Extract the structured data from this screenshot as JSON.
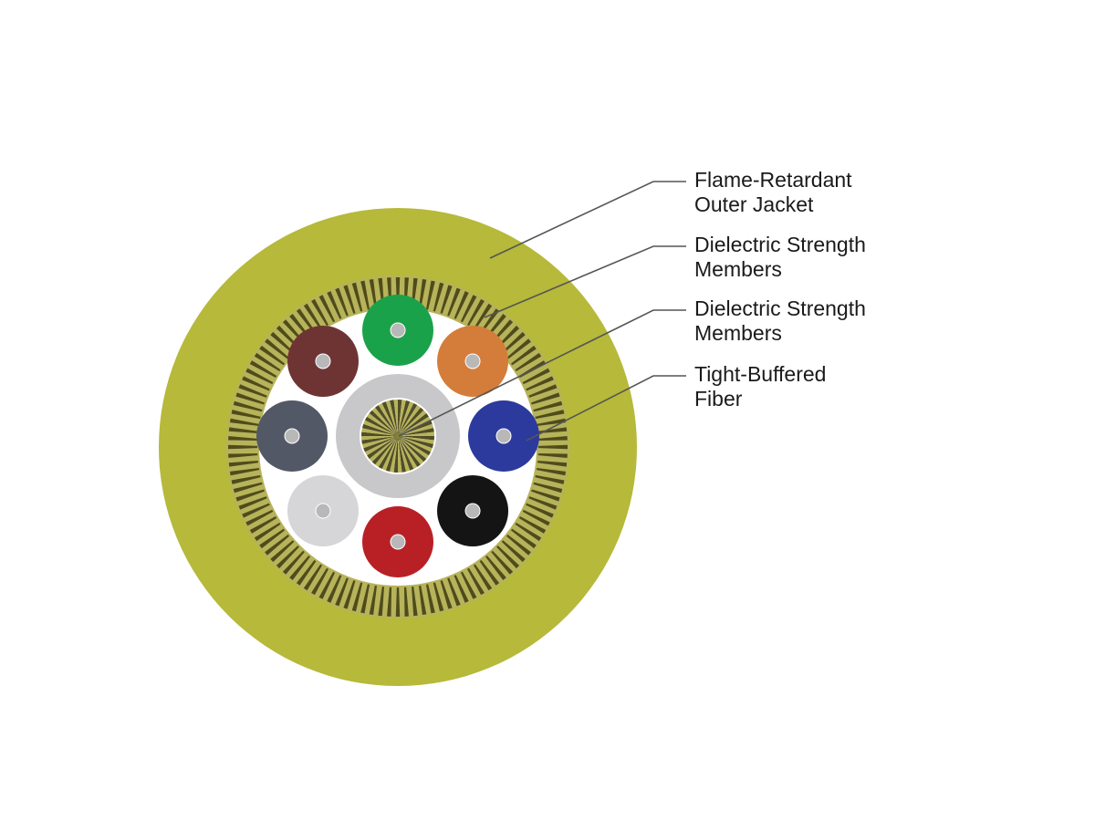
{
  "colors": {
    "jacket": "#b6b93a",
    "jacket_shade": "#9fa22c",
    "strength_dark": "#3d3a10",
    "strength_light": "#b7b35a",
    "core_ring": "#c8c8ca",
    "fiber_center": "#b8b8b8"
  },
  "fibers": [
    {
      "color": "#1aa24a",
      "name": "green"
    },
    {
      "color": "#d47d3a",
      "name": "orange"
    },
    {
      "color": "#2b3a9c",
      "name": "blue"
    },
    {
      "color": "#141414",
      "name": "black"
    },
    {
      "color": "#b82025",
      "name": "red"
    },
    {
      "color": "#d6d6d8",
      "name": "white"
    },
    {
      "color": "#535866",
      "name": "slate"
    },
    {
      "color": "#6e3434",
      "name": "brown"
    }
  ],
  "labels": [
    {
      "line1": "Flame-Retardant",
      "line2": "Outer Jacket"
    },
    {
      "line1": "Dielectric Strength",
      "line2": "Members"
    },
    {
      "line1": "Dielectric Strength",
      "line2": "Members"
    },
    {
      "line1": "Tight-Buffered",
      "line2": "Fiber"
    }
  ]
}
